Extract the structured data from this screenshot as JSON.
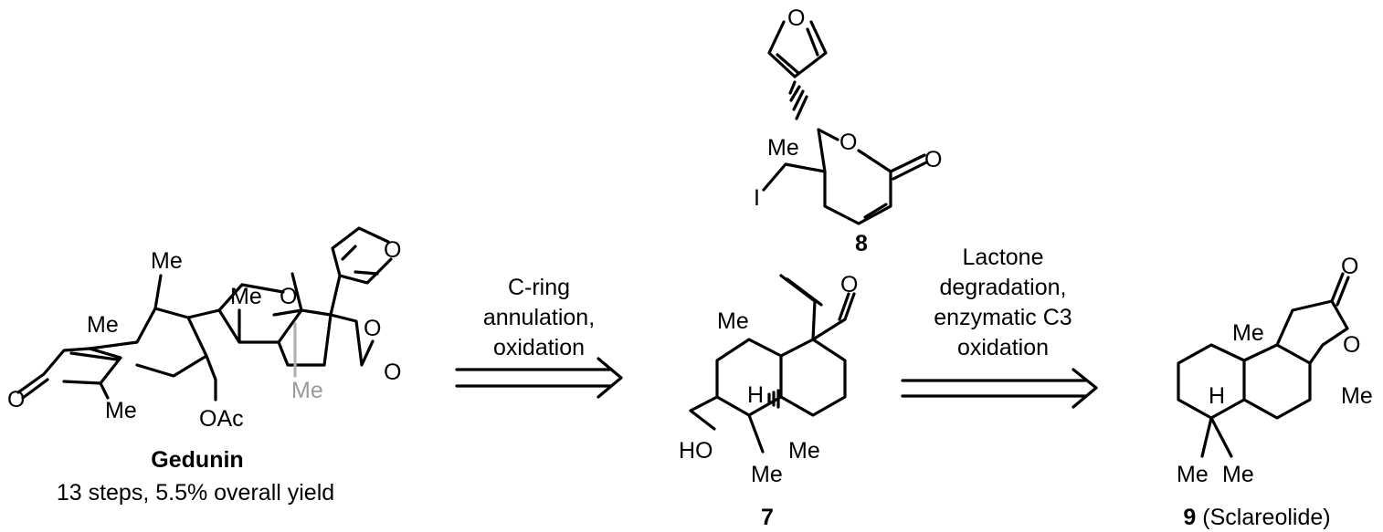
{
  "compounds": {
    "gedunin": {
      "name": "Gedunin",
      "subtitle": "13 steps, 5.5% overall yield"
    },
    "c8": {
      "number": "8"
    },
    "c7": {
      "number": "7"
    },
    "c9": {
      "number": "9",
      "name_suffix": " (Sclareolide)"
    }
  },
  "arrows": {
    "a1": {
      "lines": [
        "C-ring",
        "annulation,",
        "oxidation"
      ]
    },
    "a2": {
      "lines": [
        "Lactone",
        "degradation,",
        "enzymatic C3",
        "oxidation"
      ]
    }
  },
  "atom_labels": {
    "O": "O",
    "Me": "Me",
    "OAc": "OAc",
    "I": "I",
    "HO": "HO",
    "H": "H"
  }
}
